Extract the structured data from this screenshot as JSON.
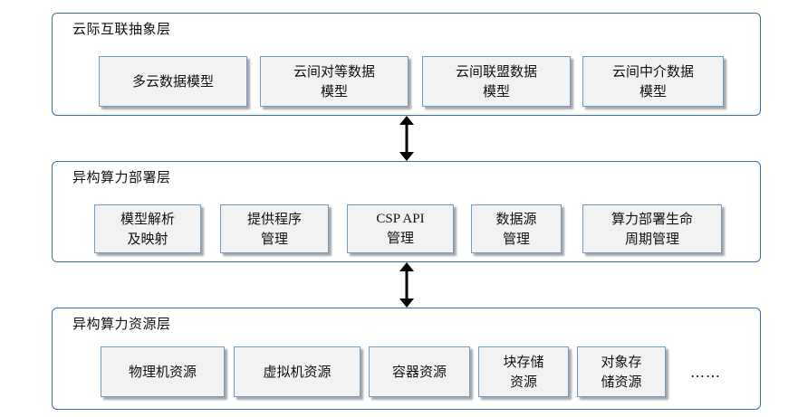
{
  "layers": [
    {
      "title": "云际互联抽象层",
      "boxes": [
        "多云数据模型",
        "云间对等数据\n模型",
        "云间联盟数据\n模型",
        "云间中介数据\n模型"
      ]
    },
    {
      "title": "异构算力部署层",
      "boxes": [
        "模型解析\n及映射",
        "提供程序\n管理",
        "CSP API\n管理",
        "数据源\n管理",
        "算力部署生命\n周期管理"
      ]
    },
    {
      "title": "异构算力资源层",
      "boxes": [
        "物理机资源",
        "虚拟机资源",
        "容器资源",
        "块存储\n资源",
        "对象存\n储资源"
      ],
      "ellipsis": "……"
    }
  ],
  "colors": {
    "layer_border": "#3a6ea5",
    "box_border": "#6f9bc6",
    "box_fill": "#f2f2f2",
    "arrow": "#000000"
  }
}
